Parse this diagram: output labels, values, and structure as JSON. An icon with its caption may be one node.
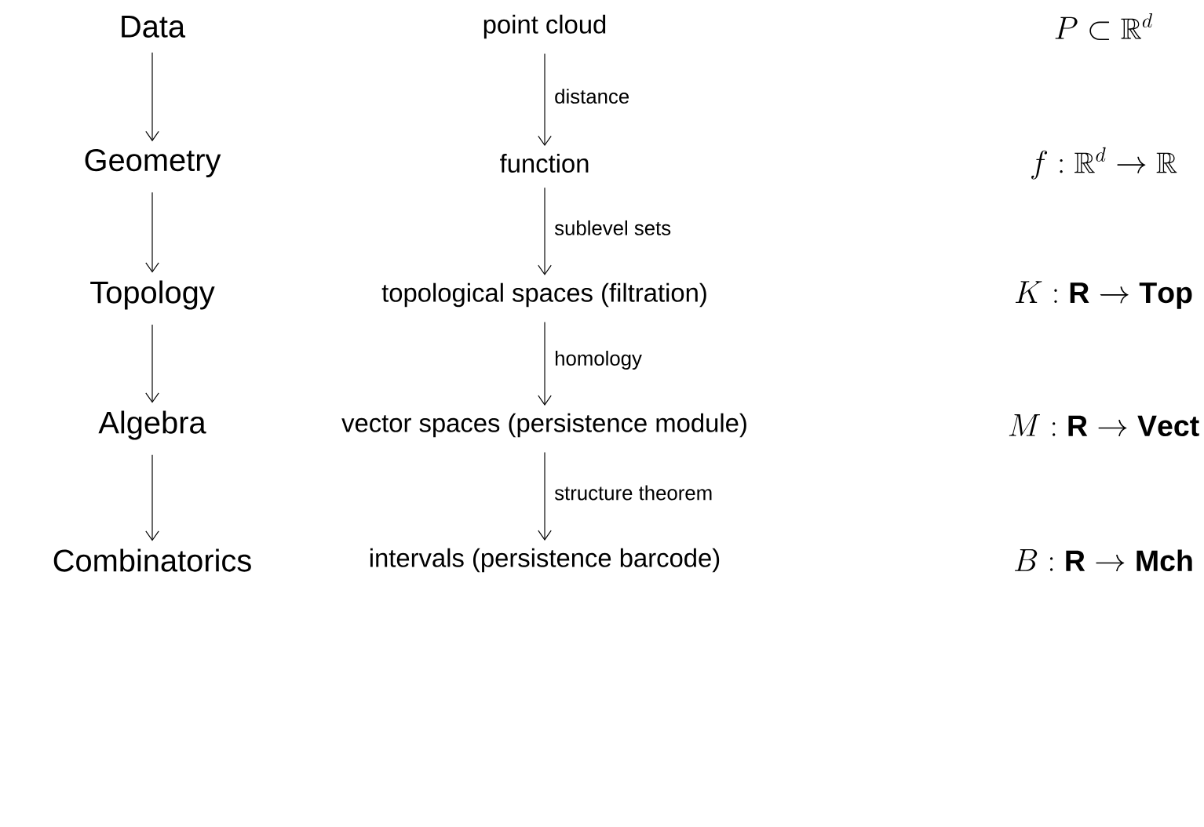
{
  "diagram": {
    "nodes": [
      {
        "text": [
          "Data"
        ]
      },
      {
        "text": [
          "point cloud"
        ]
      },
      {
        "text": [
          "Geometry"
        ]
      },
      {
        "text": [
          "function"
        ]
      },
      {
        "text": [
          "Topology"
        ]
      },
      {
        "text": [
          "topological spaces (filtration)"
        ]
      },
      {
        "text": [
          "Algebra"
        ]
      },
      {
        "text": [
          "vector spaces (persistence module)"
        ]
      },
      {
        "text": [
          "Combinatorics"
        ]
      },
      {
        "text": [
          "intervals (persistence barcode)"
        ]
      }
    ],
    "edges": [
      {
        "from": 0,
        "to": 2,
        "arrow": "to"
      },
      {
        "from": 2,
        "to": 4,
        "arrow": "to"
      },
      {
        "from": 4,
        "to": 6,
        "arrow": "to"
      },
      {
        "from": 6,
        "to": 8,
        "arrow": "to"
      },
      {
        "from": 1,
        "to": 3,
        "arrow": "to",
        "label": "distance"
      },
      {
        "from": 3,
        "to": 5,
        "arrow": "to",
        "label": "sublevel sets"
      },
      {
        "from": 5,
        "to": 7,
        "arrow": "to",
        "label": "homology"
      },
      {
        "from": 7,
        "to": 9,
        "arrow": "to",
        "label": "structure theorem"
      }
    ],
    "labels": [
      "P \\subset \\mathbb{R}^d",
      "f : \\mathbb{R}^d \\to \\mathbb{R}",
      "K : \\mathbf{R} \\to \\mathbf{Top}",
      "M : \\mathbf{R} \\to \\mathbf{Vect}",
      "B : \\mathbf{R} \\to \\mathbf{Mch}"
    ]
  }
}
